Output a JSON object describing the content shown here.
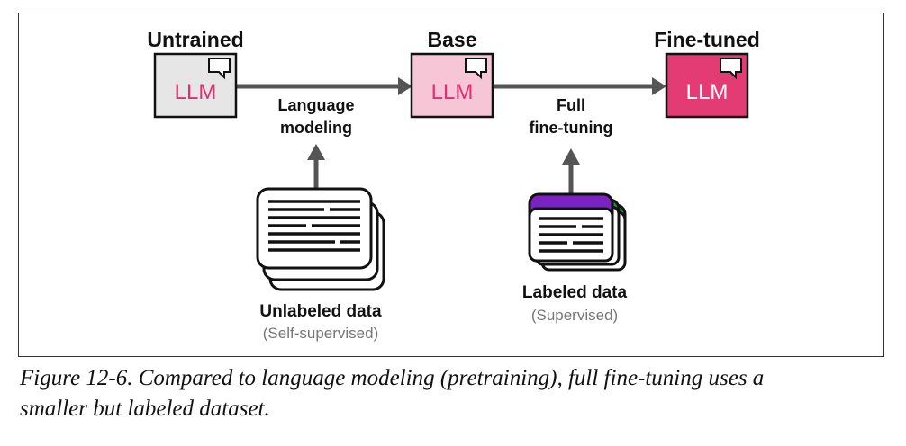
{
  "colors": {
    "untrained_fill": "#e6e6e6",
    "base_fill": "#f6c6d6",
    "finetuned_fill": "#e33b73",
    "llm_pink": "#e0306f",
    "arrow": "#555555",
    "doc_purple": "#7b22c2",
    "doc_green": "#1f8f3f"
  },
  "stages": {
    "untrained": {
      "title": "Untrained",
      "llm": "LLM",
      "icon": "speech-bubble-icon"
    },
    "base": {
      "title": "Base",
      "llm": "LLM",
      "icon": "speech-bubble-icon"
    },
    "finetuned": {
      "title": "Fine-tuned",
      "llm": "LLM",
      "icon": "speech-bubble-icon"
    }
  },
  "steps": {
    "language_modeling": {
      "line1": "Language",
      "line2": "modeling"
    },
    "full_finetuning": {
      "line1": "Full",
      "line2": "fine-tuning"
    }
  },
  "data_sources": {
    "unlabeled": {
      "title": "Unlabeled data",
      "subtitle": "(Self-supervised)",
      "icon": "document-stack-icon"
    },
    "labeled": {
      "title": "Labeled data",
      "subtitle": "(Supervised)",
      "icon": "labeled-document-stack-icon"
    }
  },
  "caption": {
    "line1": "Figure 12-6. Compared to language modeling (pretraining), full fine-tuning uses a",
    "line2": "smaller but labeled dataset."
  }
}
